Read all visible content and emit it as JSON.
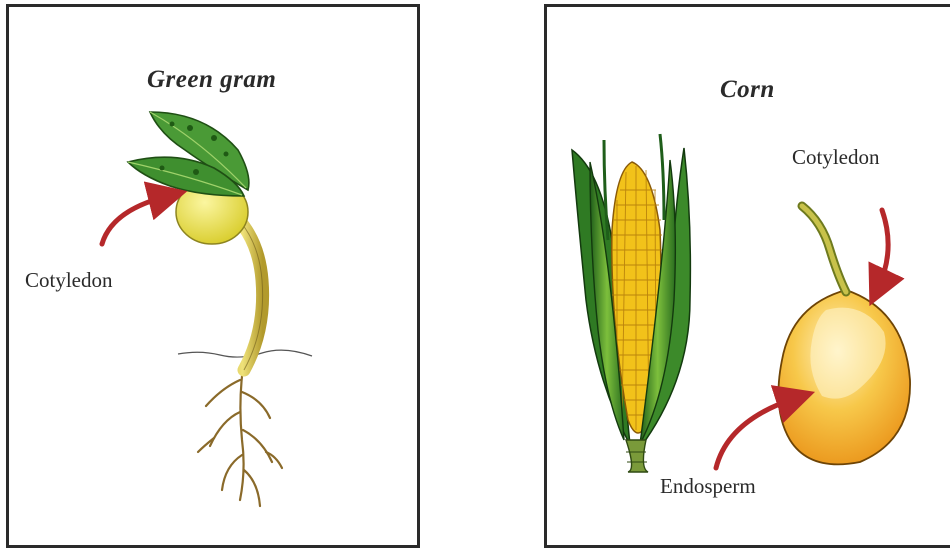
{
  "left_panel": {
    "title": "Green gram",
    "labels": {
      "cotyledon": "Cotyledon"
    }
  },
  "right_panel": {
    "title": "Corn",
    "labels": {
      "cotyledon": "Cotyledon",
      "endosperm": "Endosperm"
    }
  },
  "colors": {
    "arrow": "#b5282a",
    "frame": "#2a2a2a",
    "leaf_green": "#3f8f2f",
    "cotyledon_yellow": "#e8e04a",
    "kernel_yellow": "#f2c21a",
    "seed_orange": "#f2a316"
  }
}
